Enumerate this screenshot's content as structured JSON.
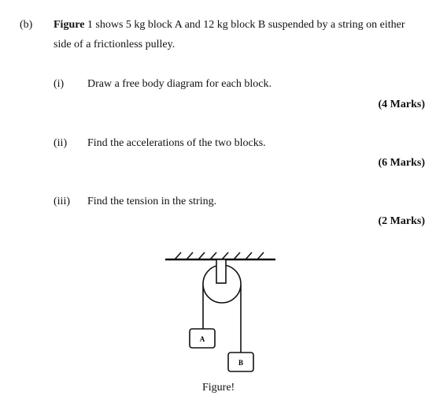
{
  "question": {
    "part_label": "(b)",
    "intro_bold": "Figure",
    "intro_line1_rest": " 1 shows 5 kg block A and 12 kg block B suspended by a string on either",
    "intro_line2": "side of a frictionless pulley.",
    "subparts": [
      {
        "num": "(i)",
        "text": "Draw a free body diagram for each block.",
        "marks": "(4 Marks)"
      },
      {
        "num": "(ii)",
        "text": "Find the accelerations of the two blocks.",
        "marks": "(6 Marks)"
      },
      {
        "num": "(iii)",
        "text": "Find the tension in the string.",
        "marks": "(2 Marks)"
      }
    ]
  },
  "figure": {
    "block_a_label": "A",
    "block_b_label": "B",
    "caption": "Figure!"
  }
}
